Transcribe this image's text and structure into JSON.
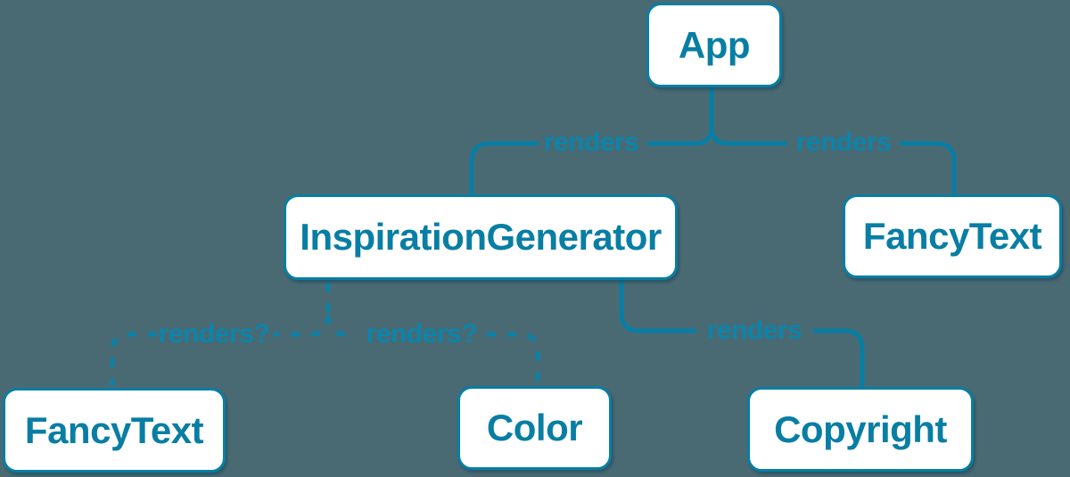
{
  "diagram": {
    "type": "component-render-tree",
    "background_color": "#4a6a73",
    "accent_color": "#087ea4",
    "node_background": "#ffffff",
    "nodes": [
      {
        "id": "app",
        "label": "App"
      },
      {
        "id": "inspiration-generator",
        "label": "InspirationGenerator"
      },
      {
        "id": "fancy-text-top",
        "label": "FancyText"
      },
      {
        "id": "fancy-text-bottom",
        "label": "FancyText"
      },
      {
        "id": "color",
        "label": "Color"
      },
      {
        "id": "copyright",
        "label": "Copyright"
      }
    ],
    "edges": [
      {
        "from": "App",
        "to": "InspirationGenerator",
        "label": "renders",
        "style": "solid"
      },
      {
        "from": "App",
        "to": "FancyText",
        "label": "renders",
        "style": "solid"
      },
      {
        "from": "InspirationGenerator",
        "to": "FancyText",
        "label": "renders?",
        "style": "dashed"
      },
      {
        "from": "InspirationGenerator",
        "to": "Color",
        "label": "renders?",
        "style": "dashed"
      },
      {
        "from": "InspirationGenerator",
        "to": "Copyright",
        "label": "renders",
        "style": "solid"
      }
    ]
  }
}
